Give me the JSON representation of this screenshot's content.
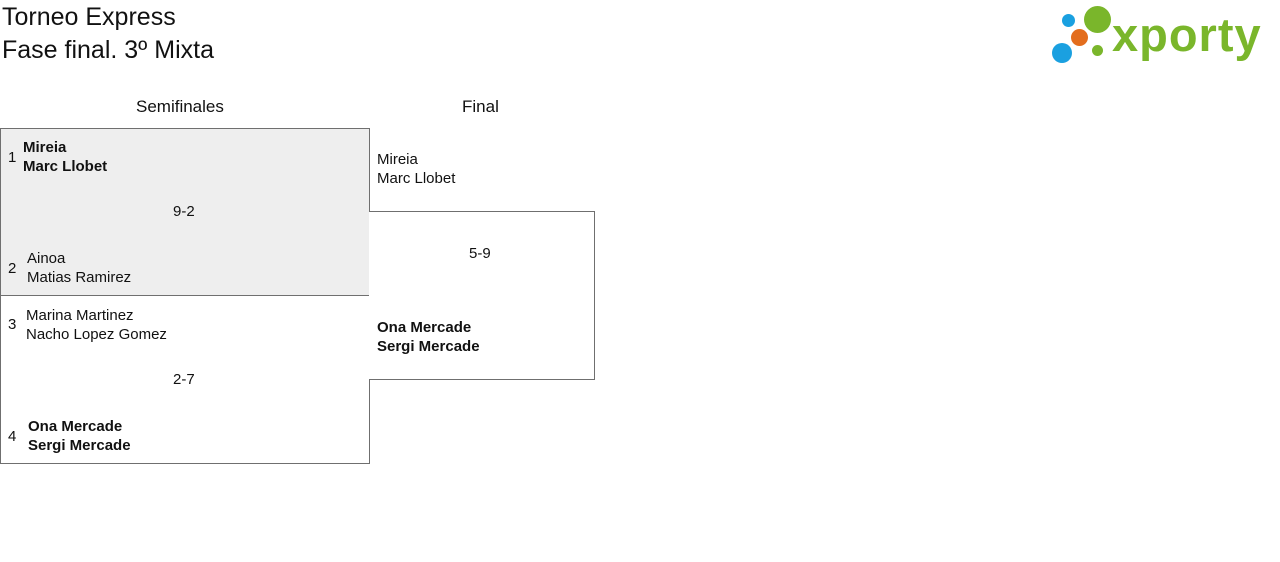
{
  "header": {
    "title_line1": "Torneo Express",
    "title_line2": "Fase final. 3º Mixta"
  },
  "logo": {
    "text": "xporty",
    "colors": {
      "green": "#7ab62b",
      "blue": "#1aa0e0",
      "orange": "#e36d1d"
    }
  },
  "rounds": {
    "semifinals_label": "Semifinales",
    "final_label": "Final"
  },
  "semifinal_1": {
    "team_a": {
      "seed": "1",
      "player1": "Mireia",
      "player2": "Marc Llobet",
      "winner": true
    },
    "team_b": {
      "seed": "2",
      "player1": "Ainoa",
      "player2": "Matias Ramirez",
      "winner": false
    },
    "score": "9-2"
  },
  "semifinal_2": {
    "team_a": {
      "seed": "3",
      "player1": "Marina Martinez",
      "player2": "Nacho Lopez Gomez",
      "winner": false
    },
    "team_b": {
      "seed": "4",
      "player1": "Ona Mercade",
      "player2": "Sergi Mercade",
      "winner": true
    },
    "score": "2-7"
  },
  "final": {
    "team_a": {
      "player1": "Mireia",
      "player2": "Marc Llobet",
      "winner": false
    },
    "team_b": {
      "player1": "Ona Mercade",
      "player2": "Sergi Mercade",
      "winner": true
    },
    "score": "5-9"
  }
}
